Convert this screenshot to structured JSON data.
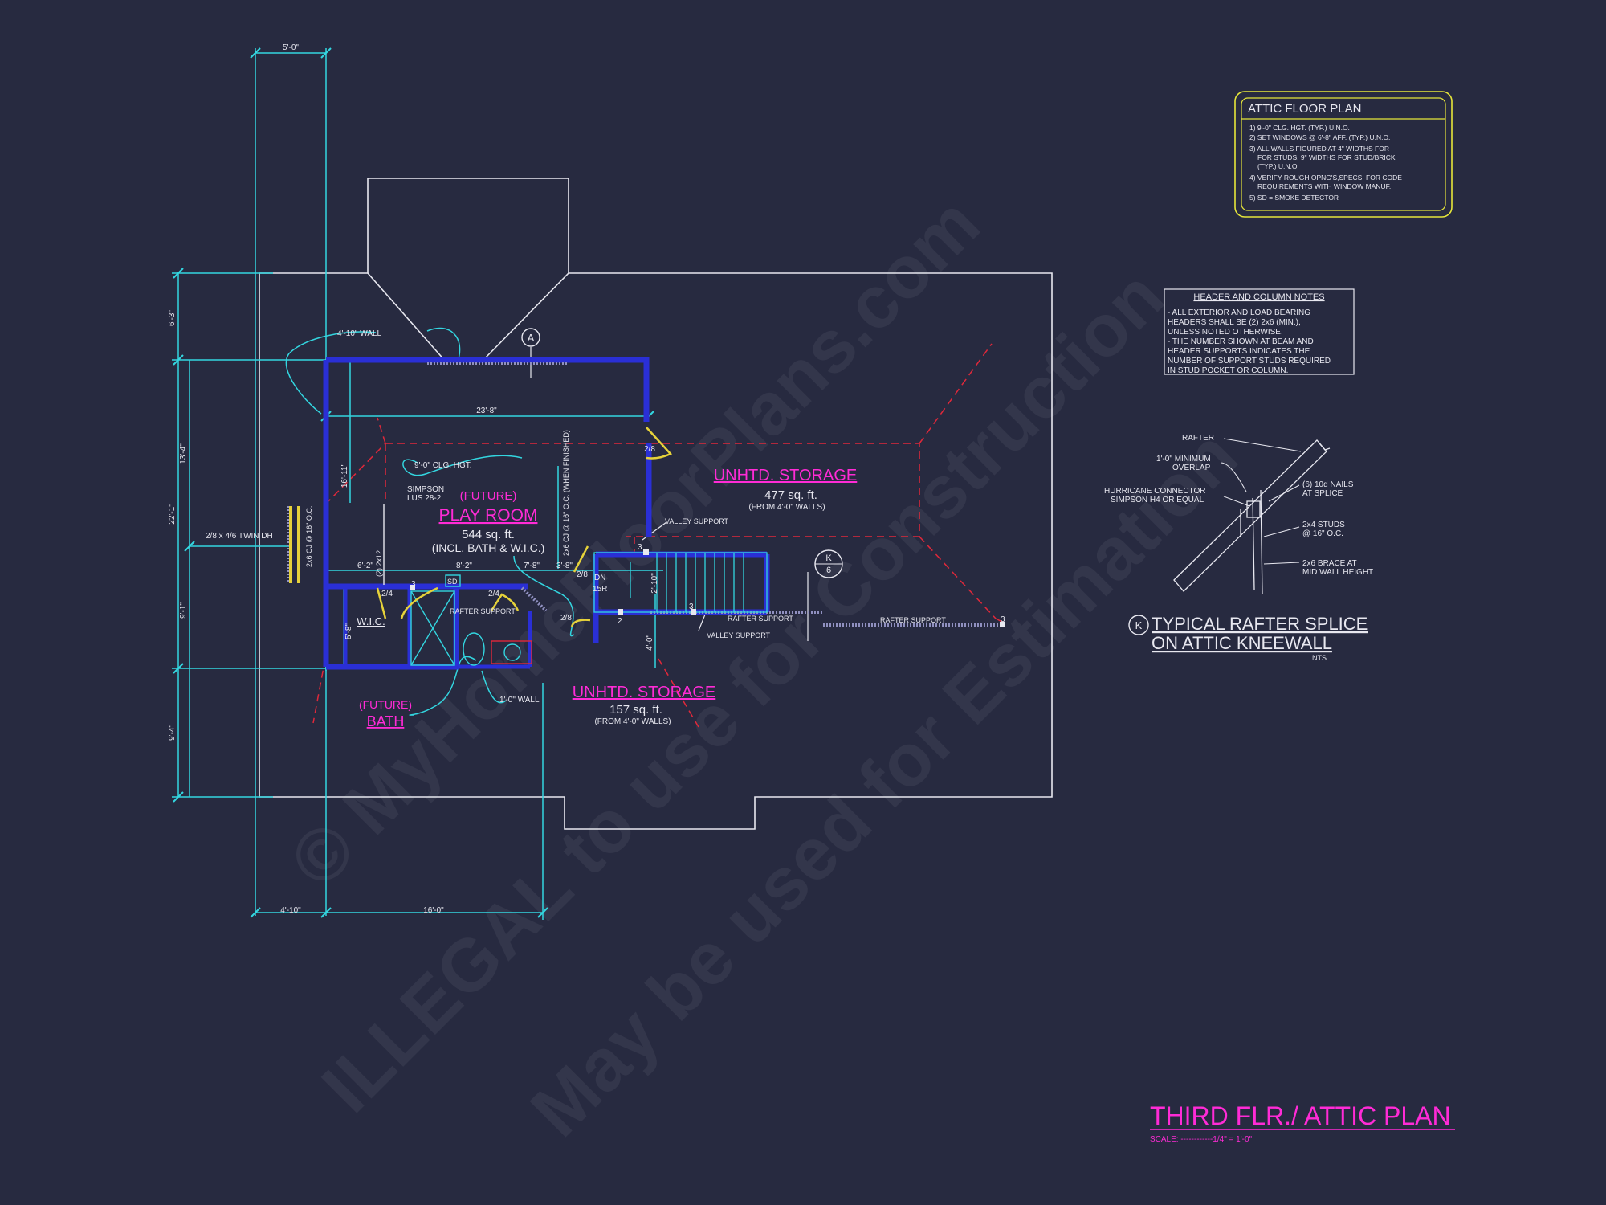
{
  "colors": {
    "background": "#272a40",
    "outline": "#e8e8f0",
    "dimension": "#33d6e0",
    "wall": "#2a2fd6",
    "label_magenta": "#ff2bd6",
    "note_yellow": "#e6e63a",
    "roof_dash": "#e0283a",
    "door_yellow": "#e6d23a"
  },
  "watermark": {
    "line1": "© MyHomeFloorPlans.com",
    "line2": "ILLEGAL to use for Construction",
    "line3": "May be used for Estimation"
  },
  "attic_notes": {
    "title": "ATTIC FLOOR PLAN",
    "lines": [
      "1) 9'-0\" CLG. HGT. (TYP.) U.N.O.",
      "2) SET WINDOWS @ 6'-8\" AFF. (TYP.) U.N.O.",
      "3) ALL WALLS FIGURED AT 4\" WIDTHS FOR",
      "FOR STUDS, 9\" WIDTHS FOR STUD/BRICK",
      "(TYP.) U.N.O.",
      "4) VERIFY ROUGH OPNG'S,SPECS. FOR CODE",
      "REQUIREMENTS WITH WINDOW MANUF.",
      "5) SD = SMOKE DETECTOR"
    ]
  },
  "header_notes": {
    "title": "HEADER AND COLUMN NOTES",
    "lines": [
      "- ALL EXTERIOR AND LOAD BEARING",
      "HEADERS SHALL BE (2) 2x6 (MIN.),",
      "UNLESS NOTED OTHERWISE.",
      "- THE NUMBER SHOWN AT BEAM AND",
      "HEADER SUPPORTS INDICATES THE",
      "NUMBER OF SUPPORT STUDS REQUIRED",
      "IN STUD POCKET OR COLUMN."
    ]
  },
  "detail": {
    "rafter": "RAFTER",
    "overlap_1": "1'-0\" MINIMUM",
    "overlap_2": "OVERLAP",
    "hurricane_1": "HURRICANE CONNECTOR",
    "hurricane_2": "SIMPSON H4 OR EQUAL",
    "nails_1": "(6) 10d NAILS",
    "nails_2": "AT SPLICE",
    "studs_1": "2x4 STUDS",
    "studs_2": "@ 16\" O.C.",
    "brace_1": "2x6 BRACE AT",
    "brace_2": "MID WALL HEIGHT",
    "marker": "K",
    "title_1": "TYPICAL RAFTER SPLICE",
    "title_2": "ON ATTIC KNEEWALL",
    "scale": "NTS"
  },
  "rooms": {
    "play_future": "(FUTURE)",
    "play_name": "PLAY ROOM",
    "play_area": "544 sq. ft.",
    "play_incl": "(INCL. BATH & W.I.C.)",
    "storage1_name": "UNHTD. STORAGE",
    "storage1_area": "477 sq. ft.",
    "storage1_note": "(FROM 4'-0\" WALLS)",
    "storage2_name": "UNHTD. STORAGE",
    "storage2_area": "157 sq. ft.",
    "storage2_note": "(FROM 4'-0\" WALLS)",
    "bath_future": "(FUTURE)",
    "bath_name": "BATH",
    "wic": "W.I.C."
  },
  "labels": {
    "wall_4_10": "4'-10\" WALL",
    "clg_hgt": "9'-0\" CLG. HGT.",
    "simpson_1": "SIMPSON",
    "simpson_2": "LUS 28-2",
    "twin_dh": "2/8 x 4/6 TWIN DH",
    "cj_left": "2x6 CJ @ 16\" O.C.",
    "cj_right": "2x6 CJ @ 16\" O.C. (WHEN FINISHED)",
    "valley_support_top": "VALLEY SUPPORT",
    "valley_support_bottom": "VALLEY SUPPORT",
    "rafter_support_left": "RAFTER SUPPORT",
    "rafter_support_mid": "RAFTER SUPPORT",
    "rafter_support_right": "RAFTER SUPPORT",
    "wall_1_0": "1'-0\" WALL",
    "door_2_8_top": "2/8",
    "door_2_4_a": "2/4",
    "door_2_4_b": "2/4",
    "door_2_8_b": "2/8",
    "door_2_8_c": "2/8",
    "sd": "SD",
    "dn": "DN",
    "risers": "15R",
    "section_a": "A",
    "k_marker_top": "K",
    "k_marker_bottom": "6",
    "beam_2x12": "(2) 2x12",
    "support_3a": "3",
    "support_3b": "3",
    "support_3c": "3",
    "support_2": "2",
    "support_3d": "3"
  },
  "dimensions": {
    "top": "5'-0\"",
    "d_6_3": "6'-3\"",
    "d_13_4": "13'-4\"",
    "d_22_1": "22'-1\"",
    "d_9_1": "9'-1\"",
    "d_9_4": "9'-4\"",
    "d_23_8": "23'-8\"",
    "d_16_11": "16'-11\"",
    "d_6_2": "6'-2\"",
    "d_8_2": "8'-2\"",
    "d_7_8": "7'-8\"",
    "d_3_8": "3'-8\"",
    "d_5_8": "5'-8\"",
    "d_4_0": "4'-0\"",
    "d_2_10": "2'-10\"",
    "bottom_4_10": "4'-10\"",
    "bottom_16_0": "16'-0\""
  },
  "plan_title": {
    "title": "THIRD FLR./ ATTIC PLAN",
    "scale": "SCALE: ------------1/4\" = 1'-0\""
  }
}
